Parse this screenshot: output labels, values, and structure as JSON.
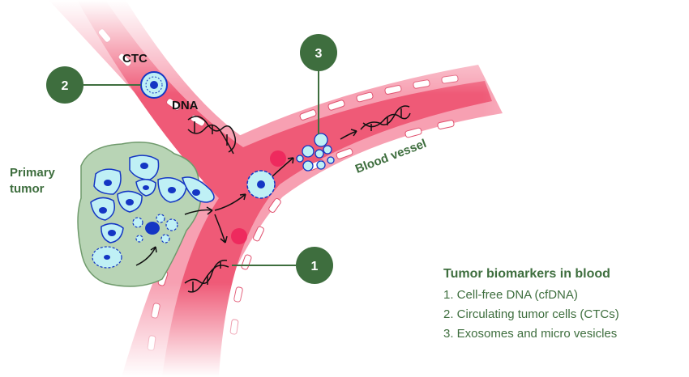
{
  "labels": {
    "primary_line1": "Primary",
    "primary_line2": "tumor",
    "ctc": "CTC",
    "dna": "DNA",
    "blood_vessel": "Blood vessel"
  },
  "callouts": [
    "1",
    "2",
    "3"
  ],
  "legend": {
    "title": "Tumor biomarkers in blood",
    "items": [
      "1. Cell-free DNA (cfDNA)",
      "2. Circulating tumor cells (CTCs)",
      "3. Exosomes and micro vesicles"
    ]
  },
  "colors": {
    "vessel": "#ef5a77",
    "vessel_light": "#f7a0b2",
    "callout": "#3e6e3e",
    "tumor": "#b8d4b5",
    "cell": "#bff0f5",
    "nucleus": "#1436c4",
    "red_cell": "#ee2a5e"
  }
}
